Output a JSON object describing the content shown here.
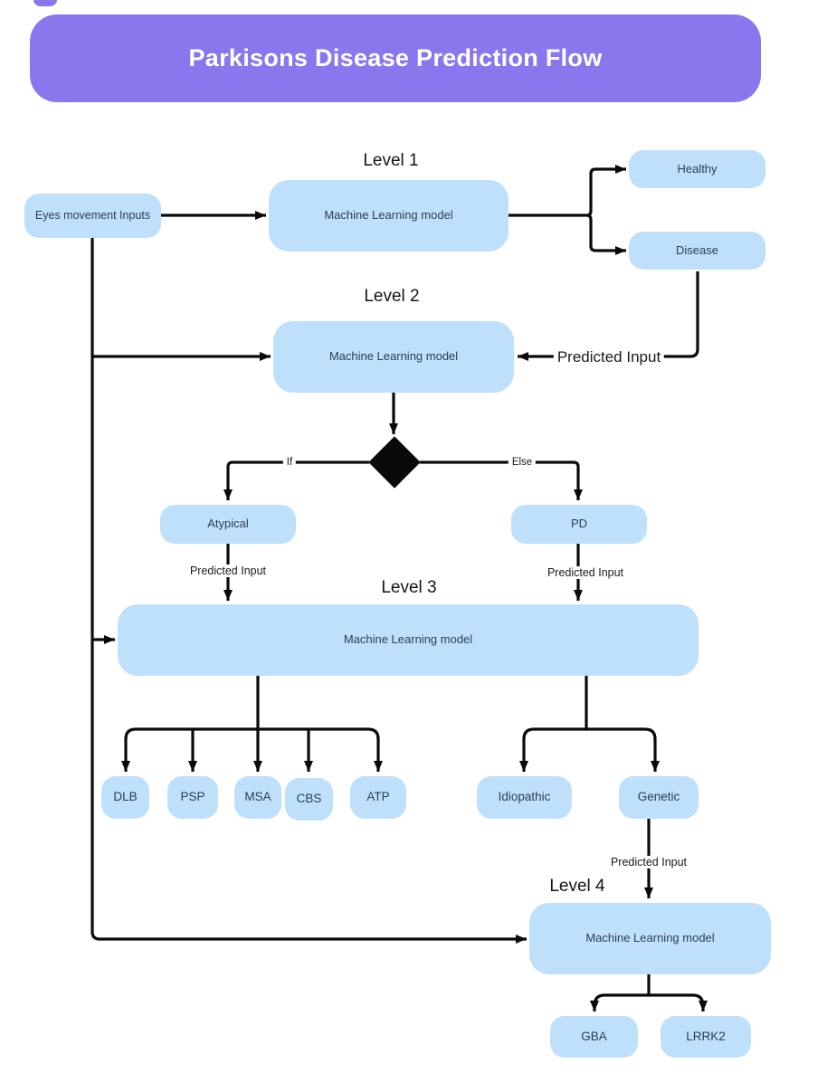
{
  "title": "Parkisons Disease Prediction Flow",
  "levels": {
    "l1": "Level 1",
    "l2": "Level 2",
    "l3": "Level 3",
    "l4": "Level 4"
  },
  "edge_labels": {
    "if_label": "If",
    "else_label": "Else",
    "predicted_input": "Predicted Input"
  },
  "nodes": {
    "eyes": {
      "label": "Eyes movement Inputs"
    },
    "ml1": {
      "label": "Machine Learning model"
    },
    "healthy": {
      "label": "Healthy"
    },
    "disease": {
      "label": "Disease"
    },
    "ml2": {
      "label": "Machine Learning model"
    },
    "atypical": {
      "label": "Atypical"
    },
    "pd": {
      "label": "PD"
    },
    "ml3": {
      "label": "Machine Learning model"
    },
    "dlb": {
      "label": "DLB"
    },
    "psp": {
      "label": "PSP"
    },
    "msa": {
      "label": "MSA"
    },
    "cbs": {
      "label": "CBS"
    },
    "atp": {
      "label": "ATP"
    },
    "idiopathic": {
      "label": "Idiopathic"
    },
    "genetic": {
      "label": "Genetic"
    },
    "ml4": {
      "label": "Machine Learning model"
    },
    "gba": {
      "label": "GBA"
    },
    "lrrk2": {
      "label": "LRRK2"
    }
  },
  "colors": {
    "banner": "#8977EE",
    "node-fill": "#BEE0FB",
    "node-text": "#2E3E50",
    "line": "#0a0a0a"
  }
}
